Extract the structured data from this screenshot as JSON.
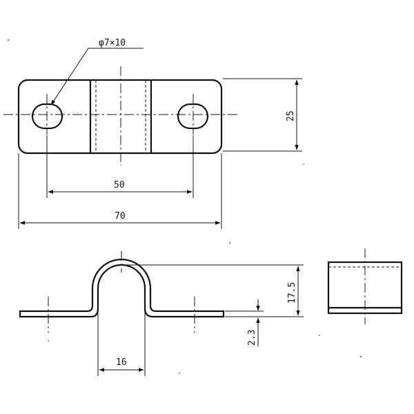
{
  "hole_callout": "φ7×10",
  "dim_hole_spacing": "50",
  "dim_overall_length": "70",
  "dim_width": "25",
  "dim_height": "17.5",
  "dim_thickness": "2.3",
  "dim_inner_width": "16"
}
